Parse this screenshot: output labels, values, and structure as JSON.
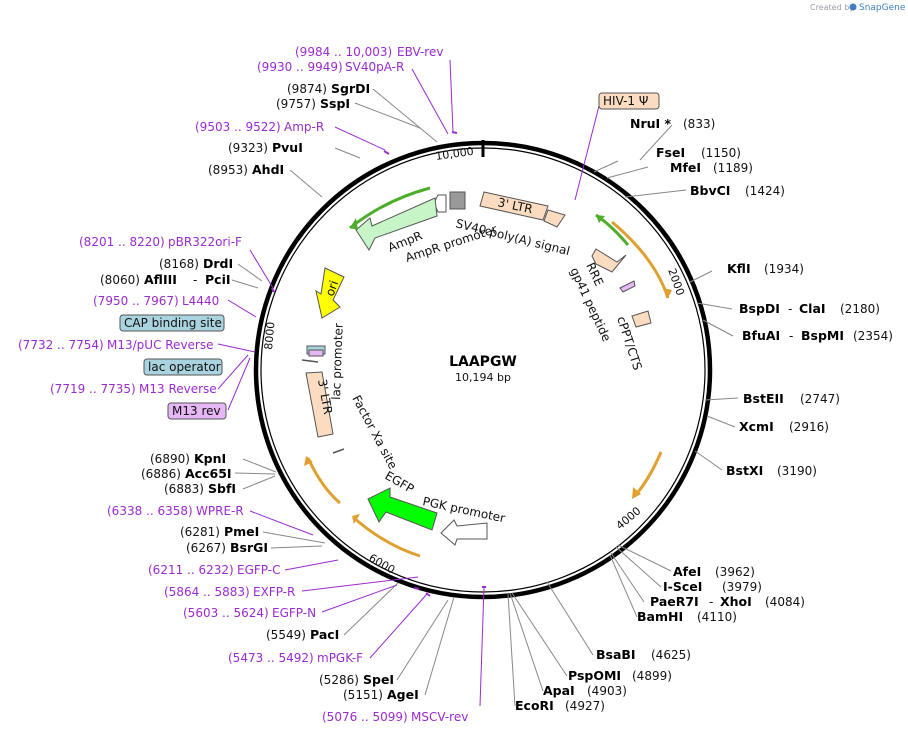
{
  "header": {
    "watermark_created": "Created by",
    "watermark_brand": "SnapGene"
  },
  "plasmid": {
    "name": "LAAPGW",
    "size": "10,194 bp"
  },
  "ticks": [
    "10,000",
    "2000",
    "4000",
    "6000",
    "8000"
  ],
  "enzymes_left": [
    {
      "pos": "(9874)",
      "name": "SgrDI"
    },
    {
      "pos": "(9757)",
      "name": "SspI"
    },
    {
      "pos": "(9323)",
      "name": "PvuI"
    },
    {
      "pos": "(8953)",
      "name": "AhdI"
    },
    {
      "pos": "(8168)",
      "name": "DrdI"
    },
    {
      "pos": "(8060)",
      "name": "AflIII",
      "name2": "PciI"
    },
    {
      "pos": "(6890)",
      "name": "KpnI"
    },
    {
      "pos": "(6886)",
      "name": "Acc65I"
    },
    {
      "pos": "(6883)",
      "name": "SbfI"
    },
    {
      "pos": "(6281)",
      "name": "PmeI"
    },
    {
      "pos": "(6267)",
      "name": "BsrGI"
    },
    {
      "pos": "(5549)",
      "name": "PacI"
    },
    {
      "pos": "(5286)",
      "name": "SpeI"
    },
    {
      "pos": "(5151)",
      "name": "AgeI"
    }
  ],
  "enzymes_right": [
    {
      "name": "NruI *",
      "pos": "(833)"
    },
    {
      "name": "FseI",
      "pos": "(1150)"
    },
    {
      "name": "MfeI",
      "pos": "(1189)"
    },
    {
      "name": "BbvCI",
      "pos": "(1424)"
    },
    {
      "name": "KflI",
      "pos": "(1934)"
    },
    {
      "name": "BspDI",
      "name2": "ClaI",
      "pos": "(2180)"
    },
    {
      "name": "BfuAI",
      "name2": "BspMI",
      "pos": "(2354)"
    },
    {
      "name": "BstEII",
      "pos": "(2747)"
    },
    {
      "name": "XcmI",
      "pos": "(2916)"
    },
    {
      "name": "BstXI",
      "pos": "(3190)"
    },
    {
      "name": "AfeI",
      "pos": "(3962)"
    },
    {
      "name": "I-SceI",
      "pos": "(3979)"
    },
    {
      "name": "PaeR7I",
      "name2": "XhoI",
      "pos": "(4084)"
    },
    {
      "name": "BamHI",
      "pos": "(4110)"
    },
    {
      "name": "BsaBI",
      "pos": "(4625)"
    },
    {
      "name": "PspOMI",
      "pos": "(4899)"
    },
    {
      "name": "ApaI",
      "pos": "(4903)"
    },
    {
      "name": "EcoRI",
      "pos": "(4927)"
    }
  ],
  "primers": [
    {
      "range": "(9984 .. 10,003)",
      "name": "EBV-rev"
    },
    {
      "range": "(9930 .. 9949)",
      "name": "SV40pA-R"
    },
    {
      "range": "(9503 .. 9522)",
      "name": "Amp-R"
    },
    {
      "range": "(8201 .. 8220)",
      "name": "pBR322ori-F"
    },
    {
      "range": "(7950 .. 7967)",
      "name": "L4440"
    },
    {
      "range": "(7732 .. 7754)",
      "name": "M13/pUC Reverse"
    },
    {
      "range": "(7719 .. 7735)",
      "name": "M13 Reverse"
    },
    {
      "range": "(6338 .. 6358)",
      "name": "WPRE-R"
    },
    {
      "range": "(6211 .. 6232)",
      "name": "EGFP-C"
    },
    {
      "range": "(5864 .. 5883)",
      "name": "EXFP-R"
    },
    {
      "range": "(5603 .. 5624)",
      "name": "EGFP-N"
    },
    {
      "range": "(5473 .. 5492)",
      "name": "mPGK-F"
    },
    {
      "range": "(5076 .. 5099)",
      "name": "MSCV-rev"
    }
  ],
  "boxed_labels": {
    "hiv": "HIV-1 Ψ",
    "cap": "CAP binding site",
    "lac_op": "lac operator",
    "m13rev": "M13 rev"
  },
  "features": {
    "ltr3_top": "3' LTR",
    "sv40": "SV40 poly(A) signal",
    "ampr": "AmpR",
    "ampr_promoter": "AmpR promoter",
    "ori": "ori",
    "rre": "RRE",
    "gp41": "gp41 peptide",
    "cppt": "cPPT/CTS",
    "lac_promoter": "lac promoter",
    "ltr3_left": "3' LTR",
    "factor_xa": "Factor Xa site",
    "egfp": "EGFP",
    "pgk": "PGK promoter"
  },
  "colors": {
    "primer": "#9a2bd0",
    "ltr_fill": "#fbdcc1",
    "hiv_fill": "#fbdcc1",
    "ampr_fill": "#c8f5c8",
    "ori_fill": "#ffff00",
    "egfp_fill": "#00ff00",
    "cap_fill": "#a9d3df",
    "m13_fill": "#e7b7f5",
    "orf_arc": "#e0a030",
    "green_arc": "#4cae2a"
  }
}
